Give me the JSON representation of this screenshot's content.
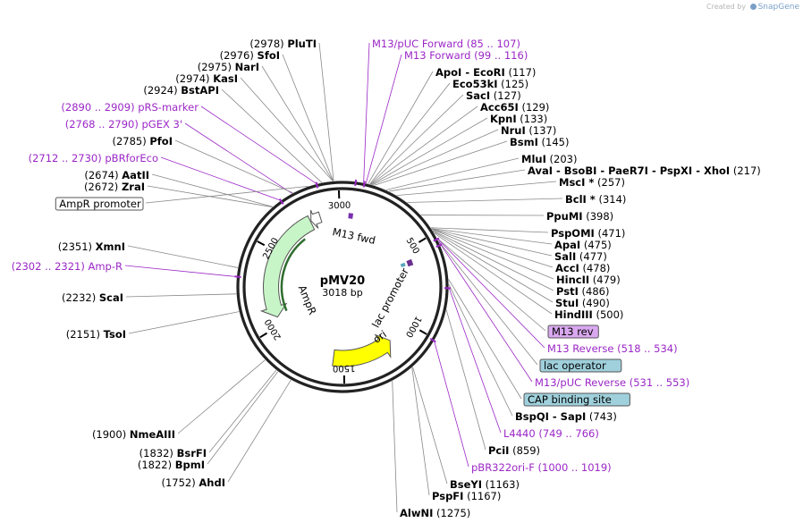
{
  "credit": {
    "prefix": "Created by",
    "brand": "SnapGene"
  },
  "plasmid": {
    "name": "pMV20",
    "size_label": "3018 bp",
    "total_bp": 3018
  },
  "ticks": [
    "500",
    "1000",
    "1500",
    "2000",
    "2500",
    "3000"
  ],
  "features": [
    {
      "name": "M13 fwd",
      "kind": "primer"
    },
    {
      "name": "lac promoter",
      "kind": "promoter"
    },
    {
      "name": "ori",
      "kind": "origin"
    },
    {
      "name": "AmpR",
      "kind": "cds"
    }
  ],
  "labels_right": [
    {
      "name": "M13/pUC Forward",
      "pos": "(85 .. 107)",
      "style": "purple"
    },
    {
      "name": "M13 Forward",
      "pos": "(99 .. 116)",
      "style": "purple"
    },
    {
      "name": "ApoI - EcoRI",
      "pos": "(117)",
      "style": "site"
    },
    {
      "name": "Eco53kI",
      "pos": "(125)",
      "style": "site"
    },
    {
      "name": "SacI",
      "pos": "(127)",
      "style": "site"
    },
    {
      "name": "Acc65I",
      "pos": "(129)",
      "style": "site"
    },
    {
      "name": "KpnI",
      "pos": "(133)",
      "style": "site"
    },
    {
      "name": "NruI",
      "pos": "(137)",
      "style": "site"
    },
    {
      "name": "BsmI",
      "pos": "(145)",
      "style": "site"
    },
    {
      "name": "MluI",
      "pos": "(203)",
      "style": "site"
    },
    {
      "name": "AvaI - BsoBI - PaeR7I - PspXI - XhoI",
      "pos": "(217)",
      "style": "site"
    },
    {
      "name": "MscI *",
      "pos": "(257)",
      "style": "site"
    },
    {
      "name": "BclI *",
      "pos": "(314)",
      "style": "site"
    },
    {
      "name": "PpuMI",
      "pos": "(398)",
      "style": "site"
    },
    {
      "name": "PspOMI",
      "pos": "(471)",
      "style": "site"
    },
    {
      "name": "ApaI",
      "pos": "(475)",
      "style": "site"
    },
    {
      "name": "SalI",
      "pos": "(477)",
      "style": "site"
    },
    {
      "name": "AccI",
      "pos": "(478)",
      "style": "site"
    },
    {
      "name": "HincII",
      "pos": "(479)",
      "style": "site"
    },
    {
      "name": "PstI",
      "pos": "(486)",
      "style": "site"
    },
    {
      "name": "StuI",
      "pos": "(490)",
      "style": "site"
    },
    {
      "name": "HindIII",
      "pos": "(500)",
      "style": "site"
    },
    {
      "name": "M13 rev",
      "pos": "",
      "style": "box-purple"
    },
    {
      "name": "M13 Reverse",
      "pos": "(518 .. 534)",
      "style": "purple"
    },
    {
      "name": "lac operator",
      "pos": "",
      "style": "box-teal"
    },
    {
      "name": "M13/pUC Reverse",
      "pos": "(531 .. 553)",
      "style": "purple"
    },
    {
      "name": "CAP binding site",
      "pos": "",
      "style": "box-teal"
    },
    {
      "name": "BspQI - SapI",
      "pos": "(743)",
      "style": "site"
    },
    {
      "name": "L4440",
      "pos": "(749 .. 766)",
      "style": "purple"
    },
    {
      "name": "PciI",
      "pos": "(859)",
      "style": "site"
    },
    {
      "name": "pBR322ori-F",
      "pos": "(1000 .. 1019)",
      "style": "purple"
    },
    {
      "name": "BseYI",
      "pos": "(1163)",
      "style": "site"
    },
    {
      "name": "PspFI",
      "pos": "(1167)",
      "style": "site"
    },
    {
      "name": "AlwNI",
      "pos": "(1275)",
      "style": "site"
    }
  ],
  "labels_left": [
    {
      "name": "PluTI",
      "pos": "(2978)",
      "style": "site"
    },
    {
      "name": "SfoI",
      "pos": "(2976)",
      "style": "site"
    },
    {
      "name": "NarI",
      "pos": "(2975)",
      "style": "site"
    },
    {
      "name": "KasI",
      "pos": "(2974)",
      "style": "site"
    },
    {
      "name": "BstAPI",
      "pos": "(2924)",
      "style": "site"
    },
    {
      "name": "pRS-marker",
      "pos": "(2890 .. 2909)",
      "style": "purple"
    },
    {
      "name": "pGEX 3'",
      "pos": "(2768 .. 2790)",
      "style": "purple"
    },
    {
      "name": "PfoI",
      "pos": "(2785)",
      "style": "site"
    },
    {
      "name": "pBRforEco",
      "pos": "(2712 .. 2730)",
      "style": "purple"
    },
    {
      "name": "AatII",
      "pos": "(2674)",
      "style": "site"
    },
    {
      "name": "ZraI",
      "pos": "(2672)",
      "style": "site"
    },
    {
      "name": "AmpR promoter",
      "pos": "",
      "style": "box-white"
    },
    {
      "name": "XmnI",
      "pos": "(2351)",
      "style": "site"
    },
    {
      "name": "Amp-R",
      "pos": "(2302 .. 2321)",
      "style": "purple"
    },
    {
      "name": "ScaI",
      "pos": "(2232)",
      "style": "site"
    },
    {
      "name": "TsoI",
      "pos": "(2151)",
      "style": "site"
    },
    {
      "name": "NmeAIII",
      "pos": "(1900)",
      "style": "site"
    },
    {
      "name": "BsrFI",
      "pos": "(1832)",
      "style": "site"
    },
    {
      "name": "BpmI",
      "pos": "(1822)",
      "style": "site"
    },
    {
      "name": "AhdI",
      "pos": "(1752)",
      "style": "site"
    }
  ],
  "colors": {
    "purple": "#9b27c6",
    "box_purple_fill": "#d9a8f0",
    "box_teal_fill": "#9fd0dc",
    "ampr_fill": "#c8f5c8",
    "ampr_stroke": "#3a8a3a",
    "ori_fill": "#ffff00",
    "backbone": "#222222"
  }
}
